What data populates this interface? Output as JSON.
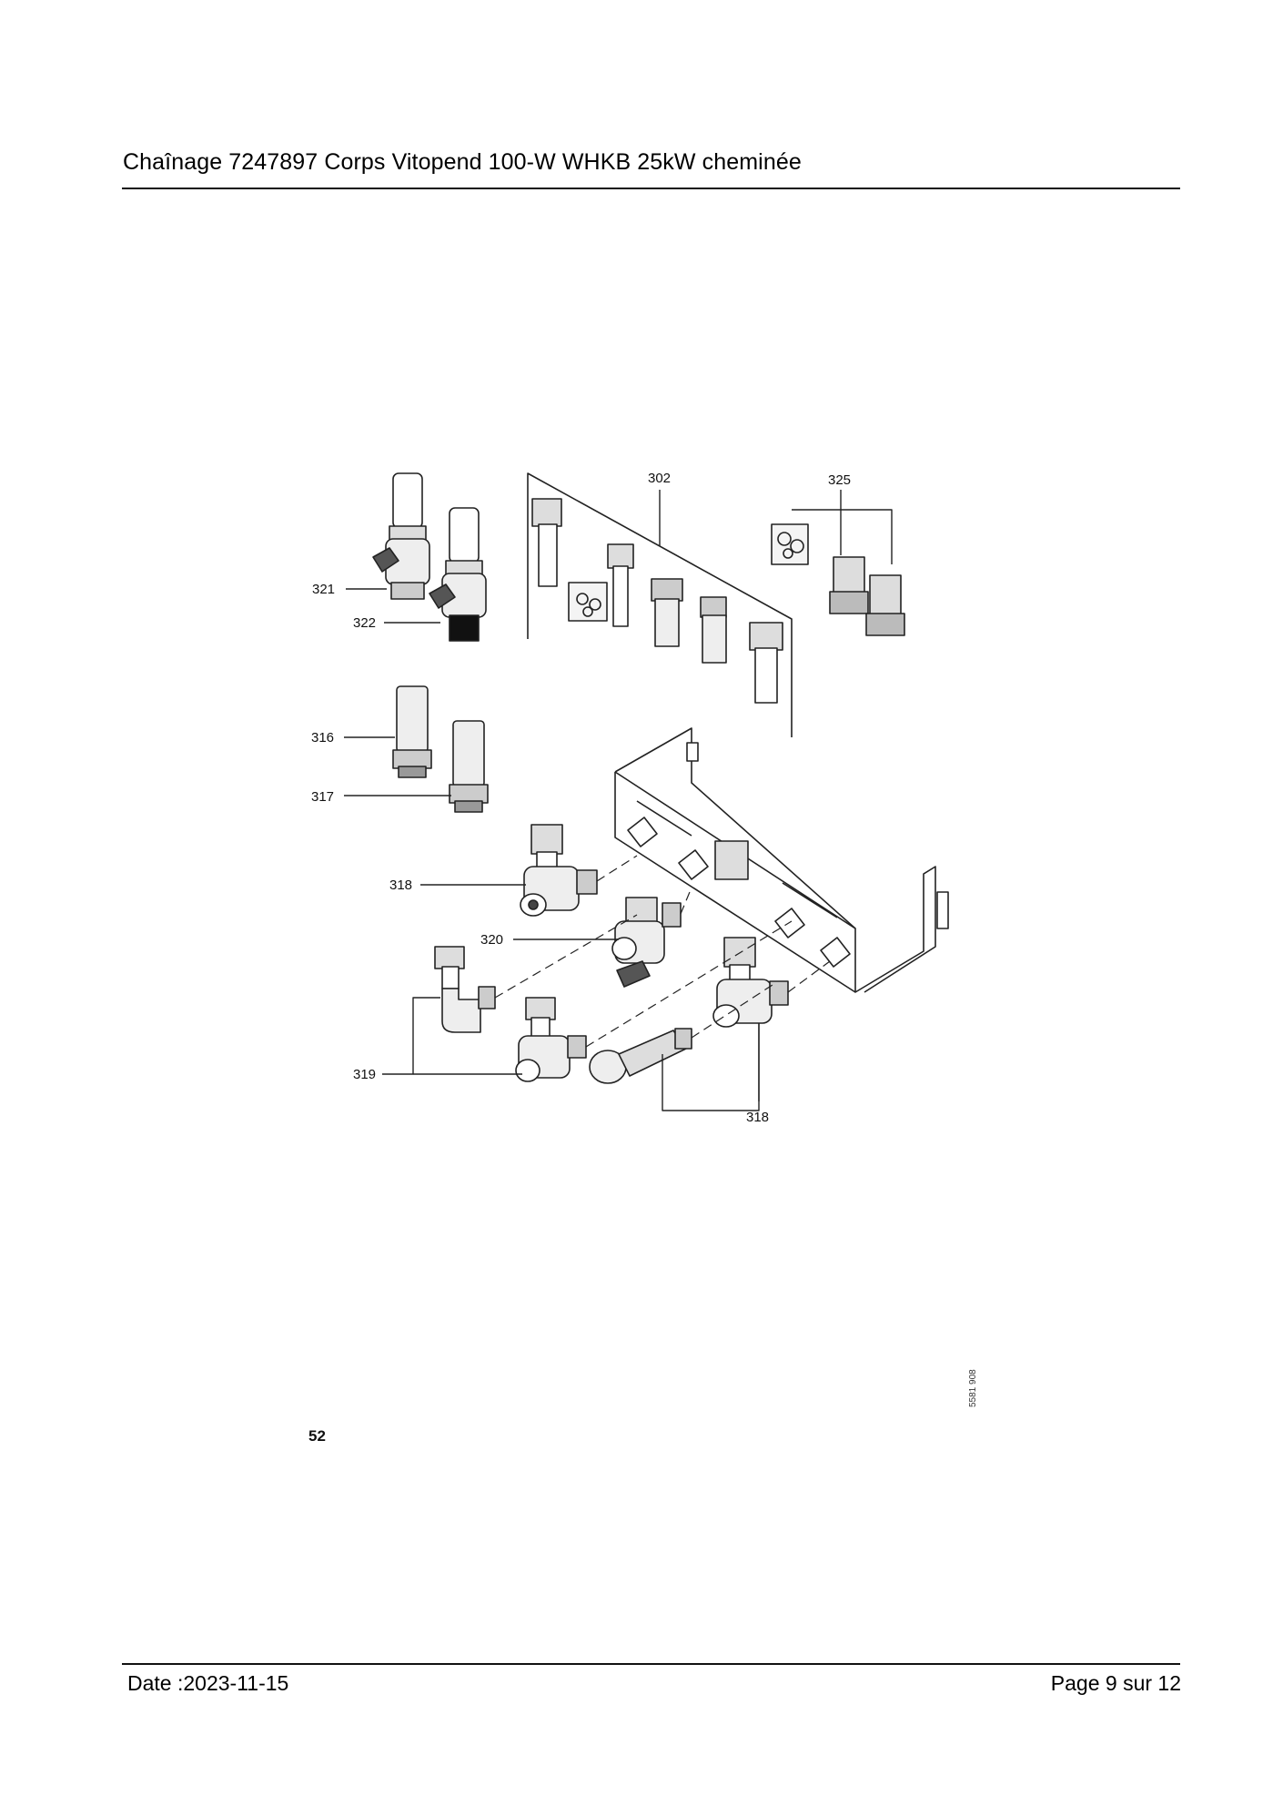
{
  "header": {
    "title": "Chaînage 7247897 Corps Vitopend 100-W WHKB 25kW cheminée"
  },
  "figure": {
    "callouts": [
      "302",
      "325",
      "321",
      "322",
      "316",
      "317",
      "318",
      "320",
      "319",
      "318"
    ],
    "page_number": "52",
    "drawing_code": "5581 908"
  },
  "footer": {
    "date": "Date :2023-11-15",
    "page": "Page 9 sur  12"
  }
}
